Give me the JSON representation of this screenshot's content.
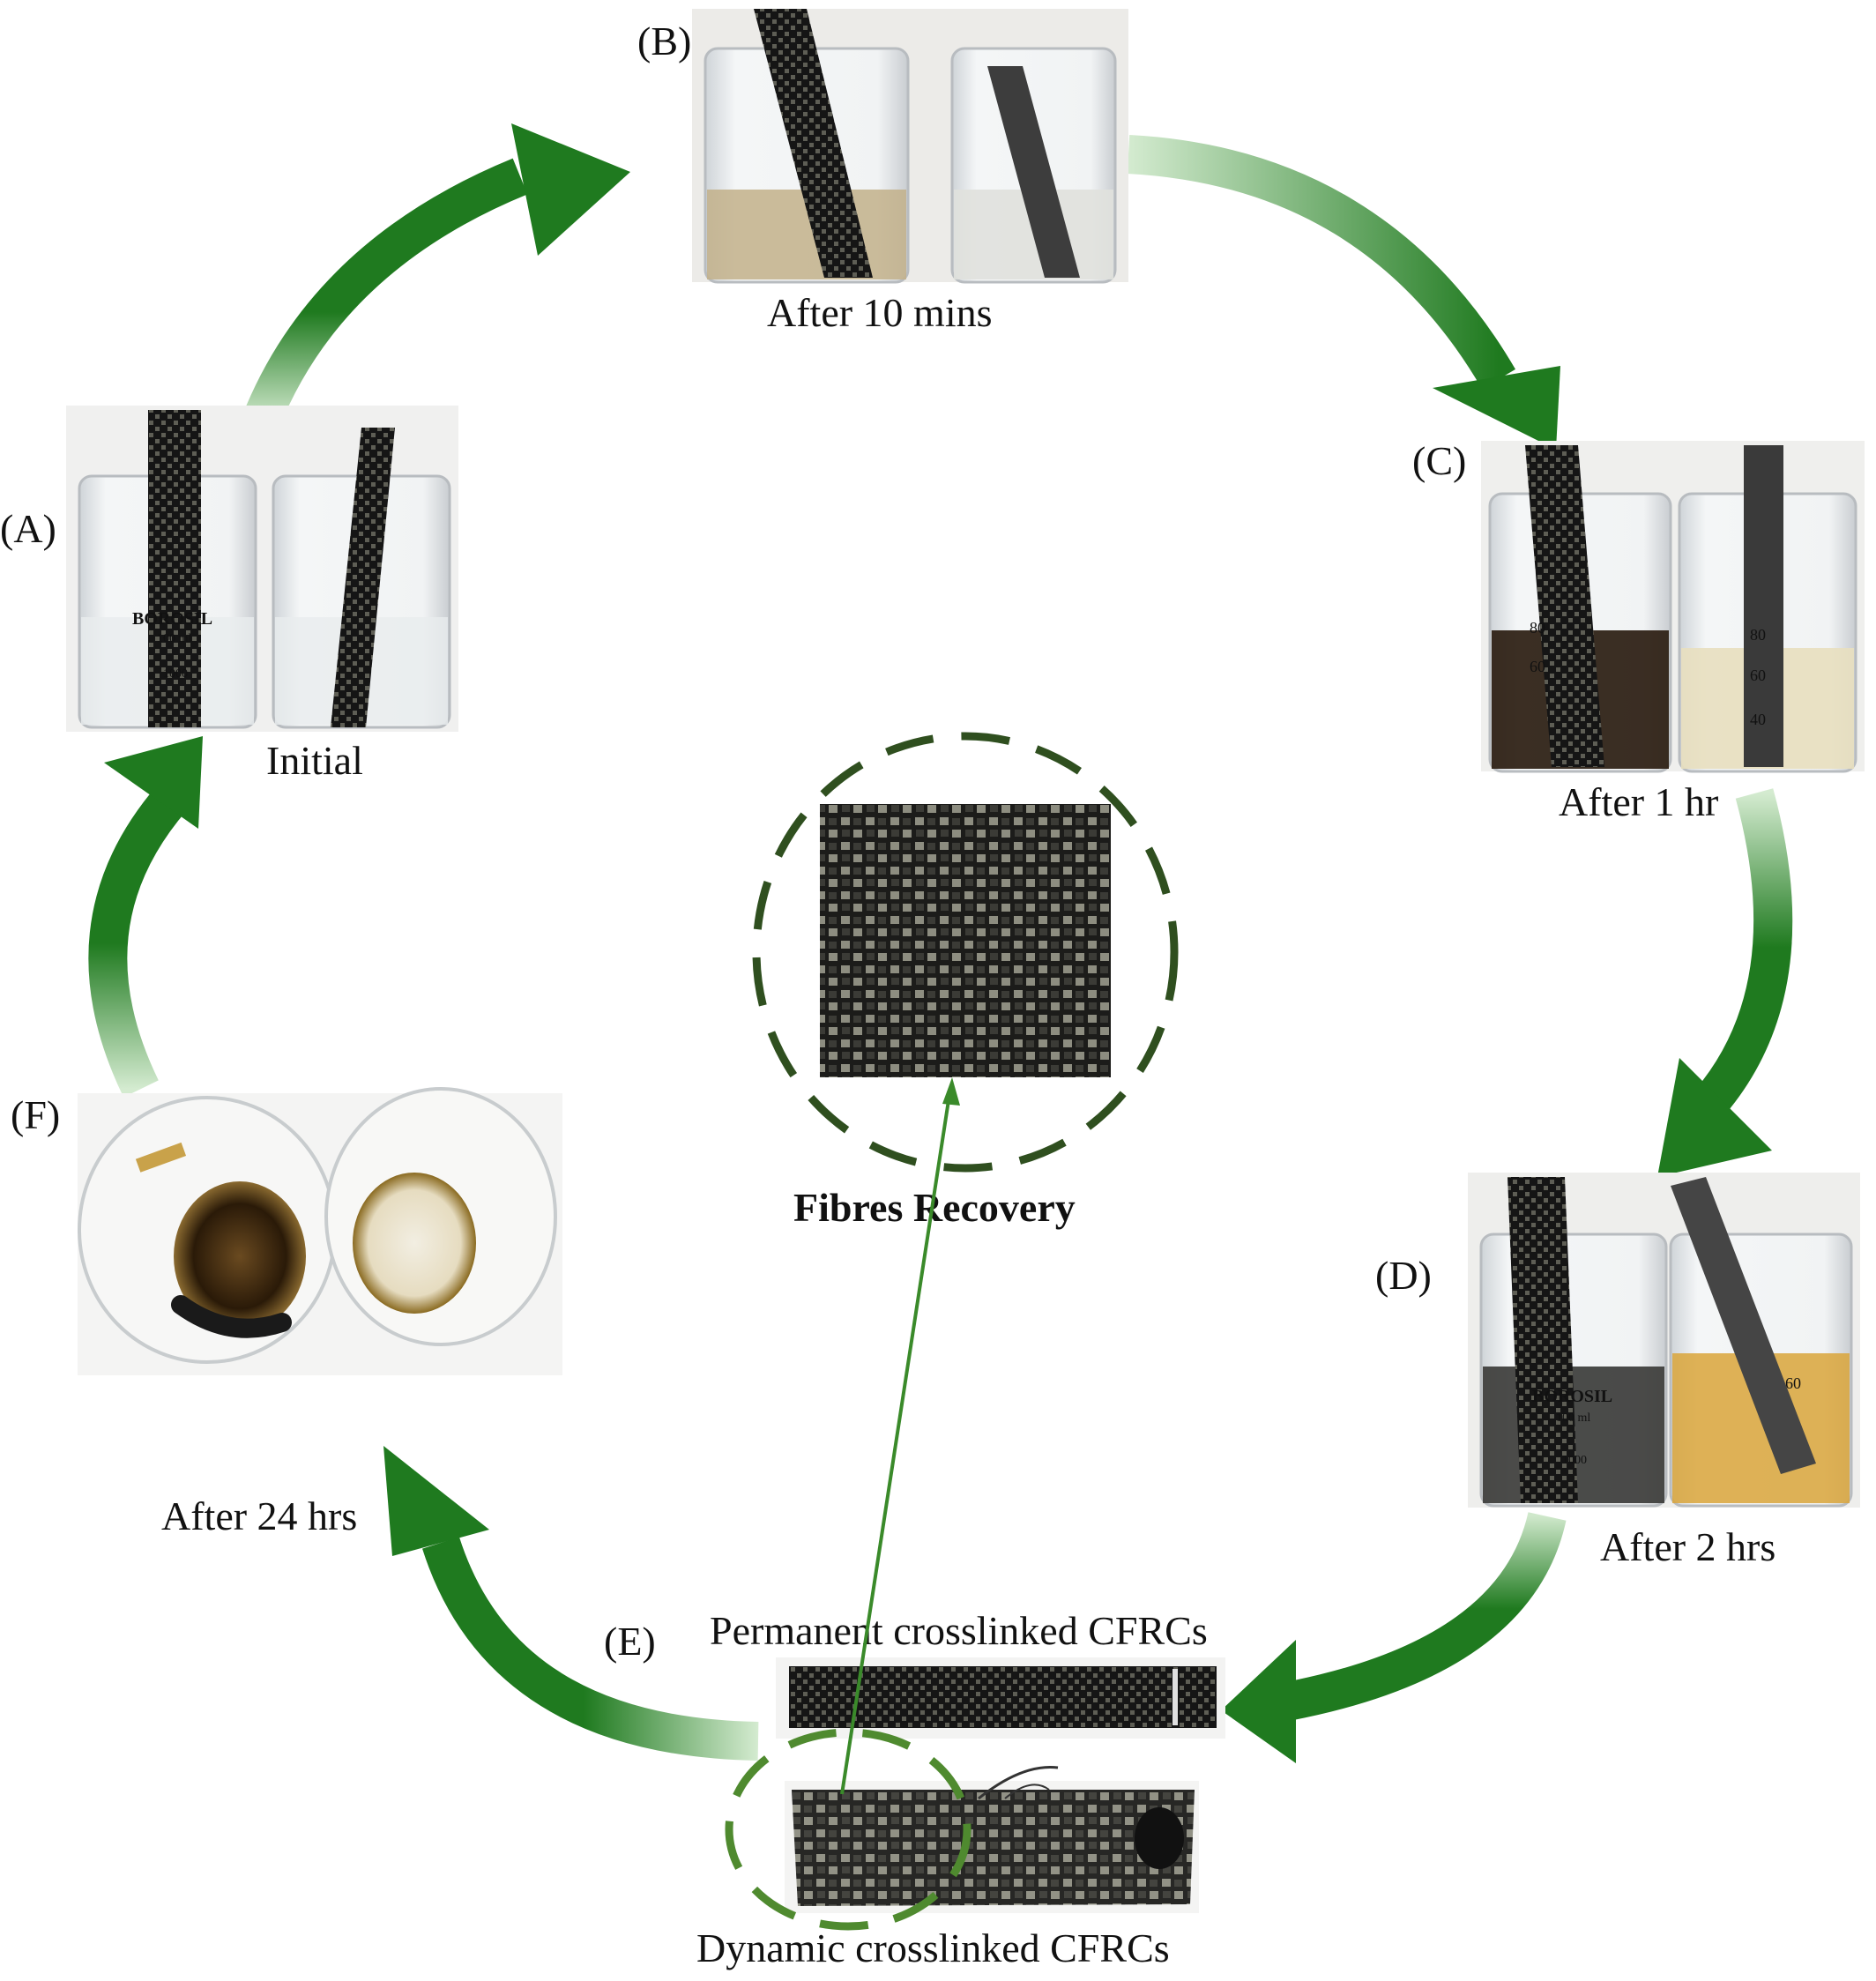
{
  "colors": {
    "arrow_green": "#1f7a1f",
    "dashed_circle_dark": "#2f4f1f",
    "dashed_circle_light": "#4f8a2f",
    "pointer_line": "#3a8a2a",
    "text": "#111111",
    "carbon_dark": "#1b1b1b",
    "carbon_light": "#8a8a7c"
  },
  "panels": {
    "A": {
      "label": "(A)",
      "caption": "Initial"
    },
    "B": {
      "label": "(B)",
      "caption": "After 10 mins"
    },
    "C": {
      "label": "(C)",
      "caption": "After 1 hr"
    },
    "D": {
      "label": "(D)",
      "caption": "After 2 hrs"
    },
    "E": {
      "label": "(E)",
      "caption_top": "Permanent crosslinked CFRCs",
      "caption_bottom": "Dynamic crosslinked CFRCs"
    },
    "F": {
      "label": "(F)",
      "caption": "After 24 hrs"
    }
  },
  "beaker_text": {
    "brand": "BOROSIL",
    "volume": "100 ml",
    "grad_low": "1000",
    "grad_80": "80",
    "grad_60": "60",
    "grad_40": "40"
  },
  "center": {
    "label": "Fibres Recovery"
  },
  "icons": {
    "cycle_arrows": "curved-arrow-icon",
    "recovery_pointer": "pointer-arrow-icon"
  }
}
